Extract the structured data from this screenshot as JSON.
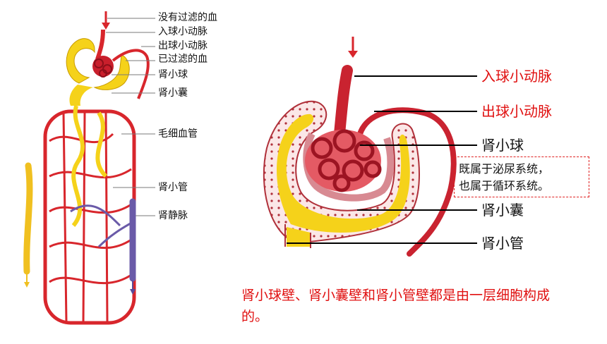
{
  "left_labels": [
    "没有过滤的血",
    "入球小动脉",
    "出球小动脉",
    "已过滤的血",
    "肾小球",
    "肾小囊",
    "毛细血管",
    "肾小管",
    "肾静脉"
  ],
  "right_labels": {
    "afferent": "入球小动脉",
    "efferent": "出球小动脉",
    "glomerulus": "肾小球",
    "capsule": "肾小囊",
    "tubule": "肾小管"
  },
  "note": {
    "line1": "既属于泌尿系统，",
    "line2": "也属于循环系统。"
  },
  "caption": "肾小球壁、肾小囊壁和肾小管壁都是由一层细胞构成的。",
  "colors": {
    "label_red": "#e01010",
    "artery": "#d8262c",
    "capsule": "#f5d21a",
    "vein": "#6a5aa8"
  }
}
